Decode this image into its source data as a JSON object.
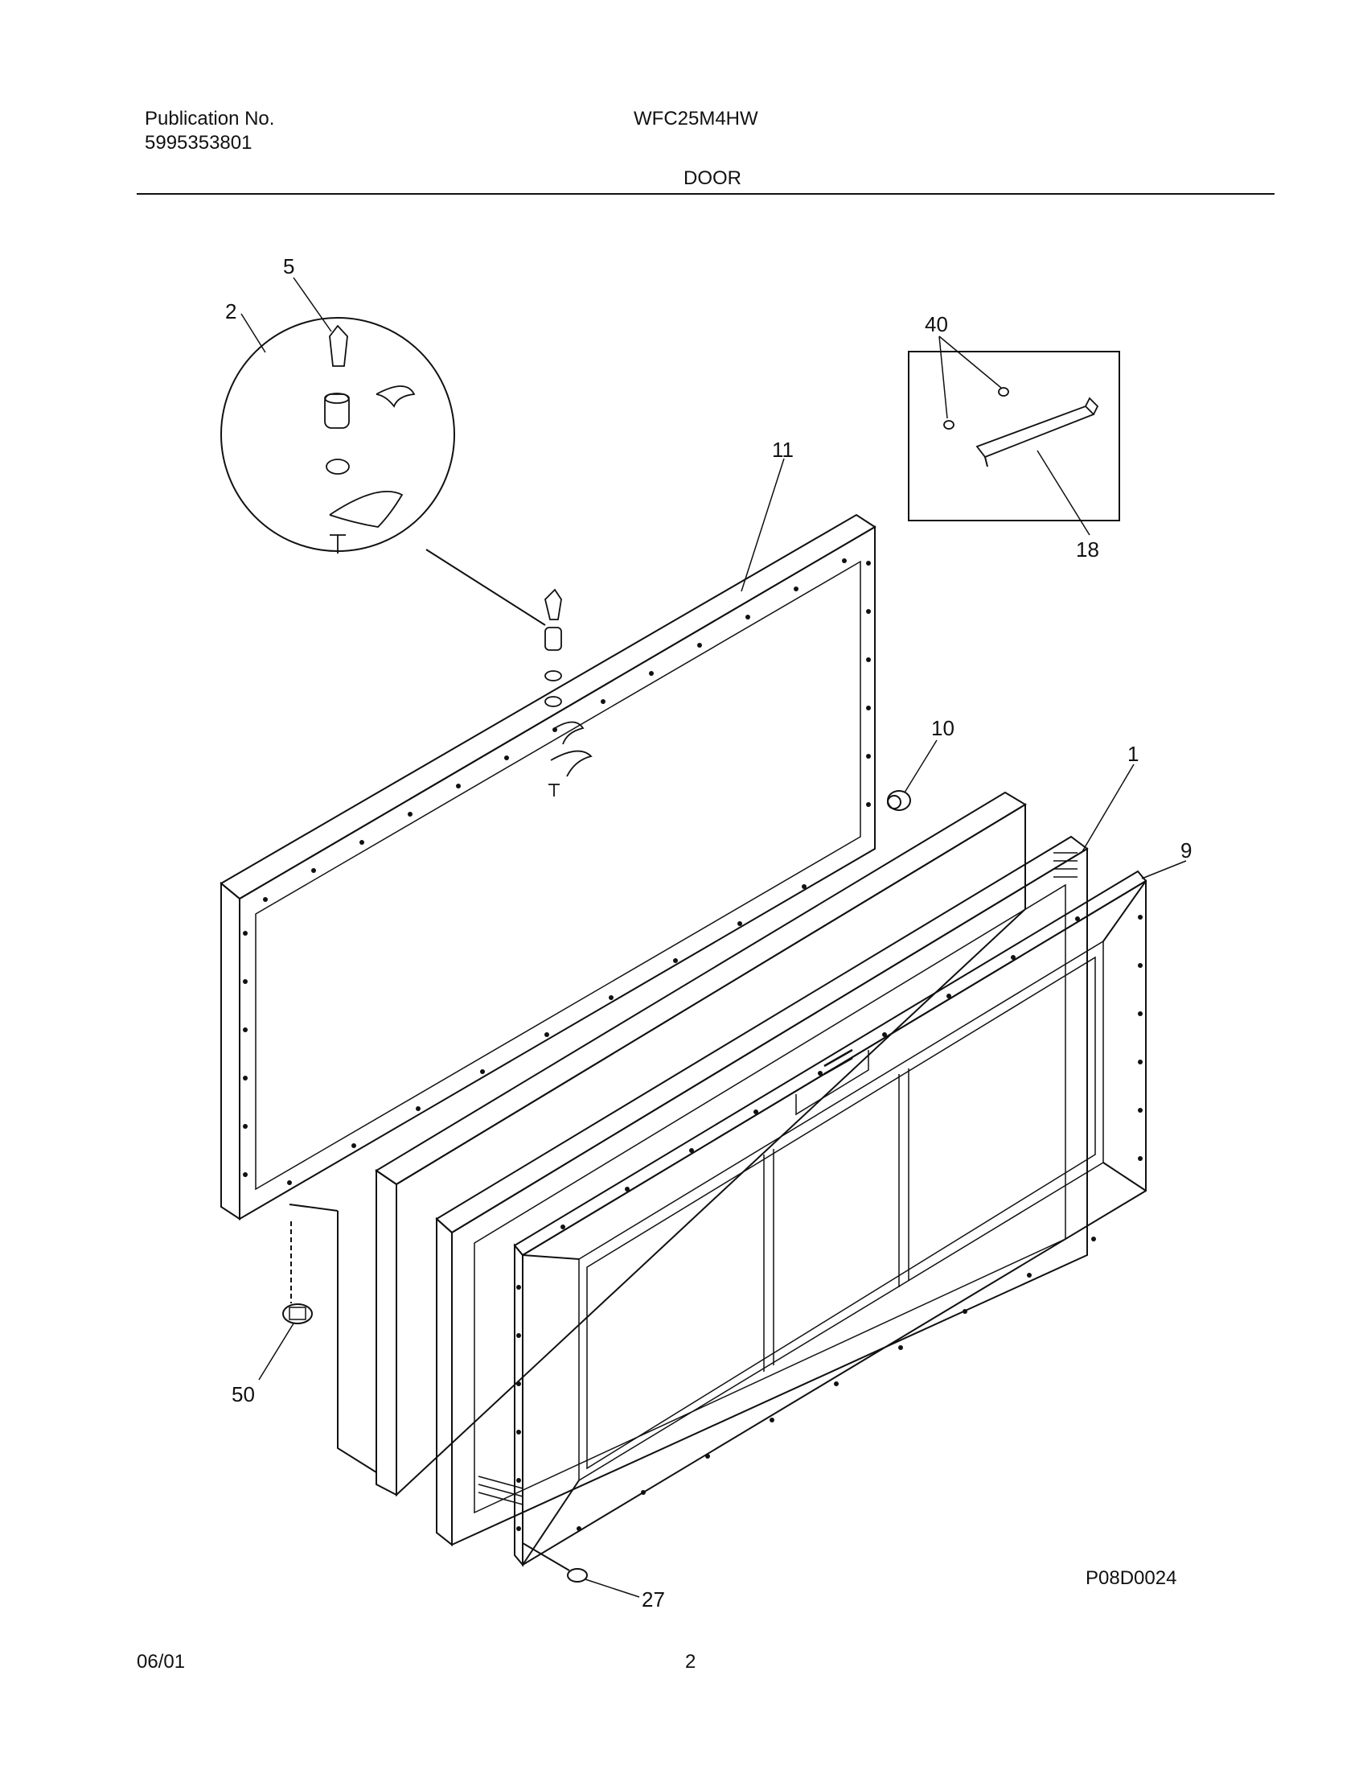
{
  "header": {
    "publication_label": "Publication No.",
    "publication_number": "5995353801",
    "model": "WFC25M4HW",
    "section": "DOOR"
  },
  "diagram": {
    "callouts": [
      "1",
      "2",
      "5",
      "9",
      "10",
      "11",
      "18",
      "27",
      "40",
      "50"
    ],
    "code": "P08D0024"
  },
  "footer": {
    "date": "06/01",
    "page": "2"
  }
}
